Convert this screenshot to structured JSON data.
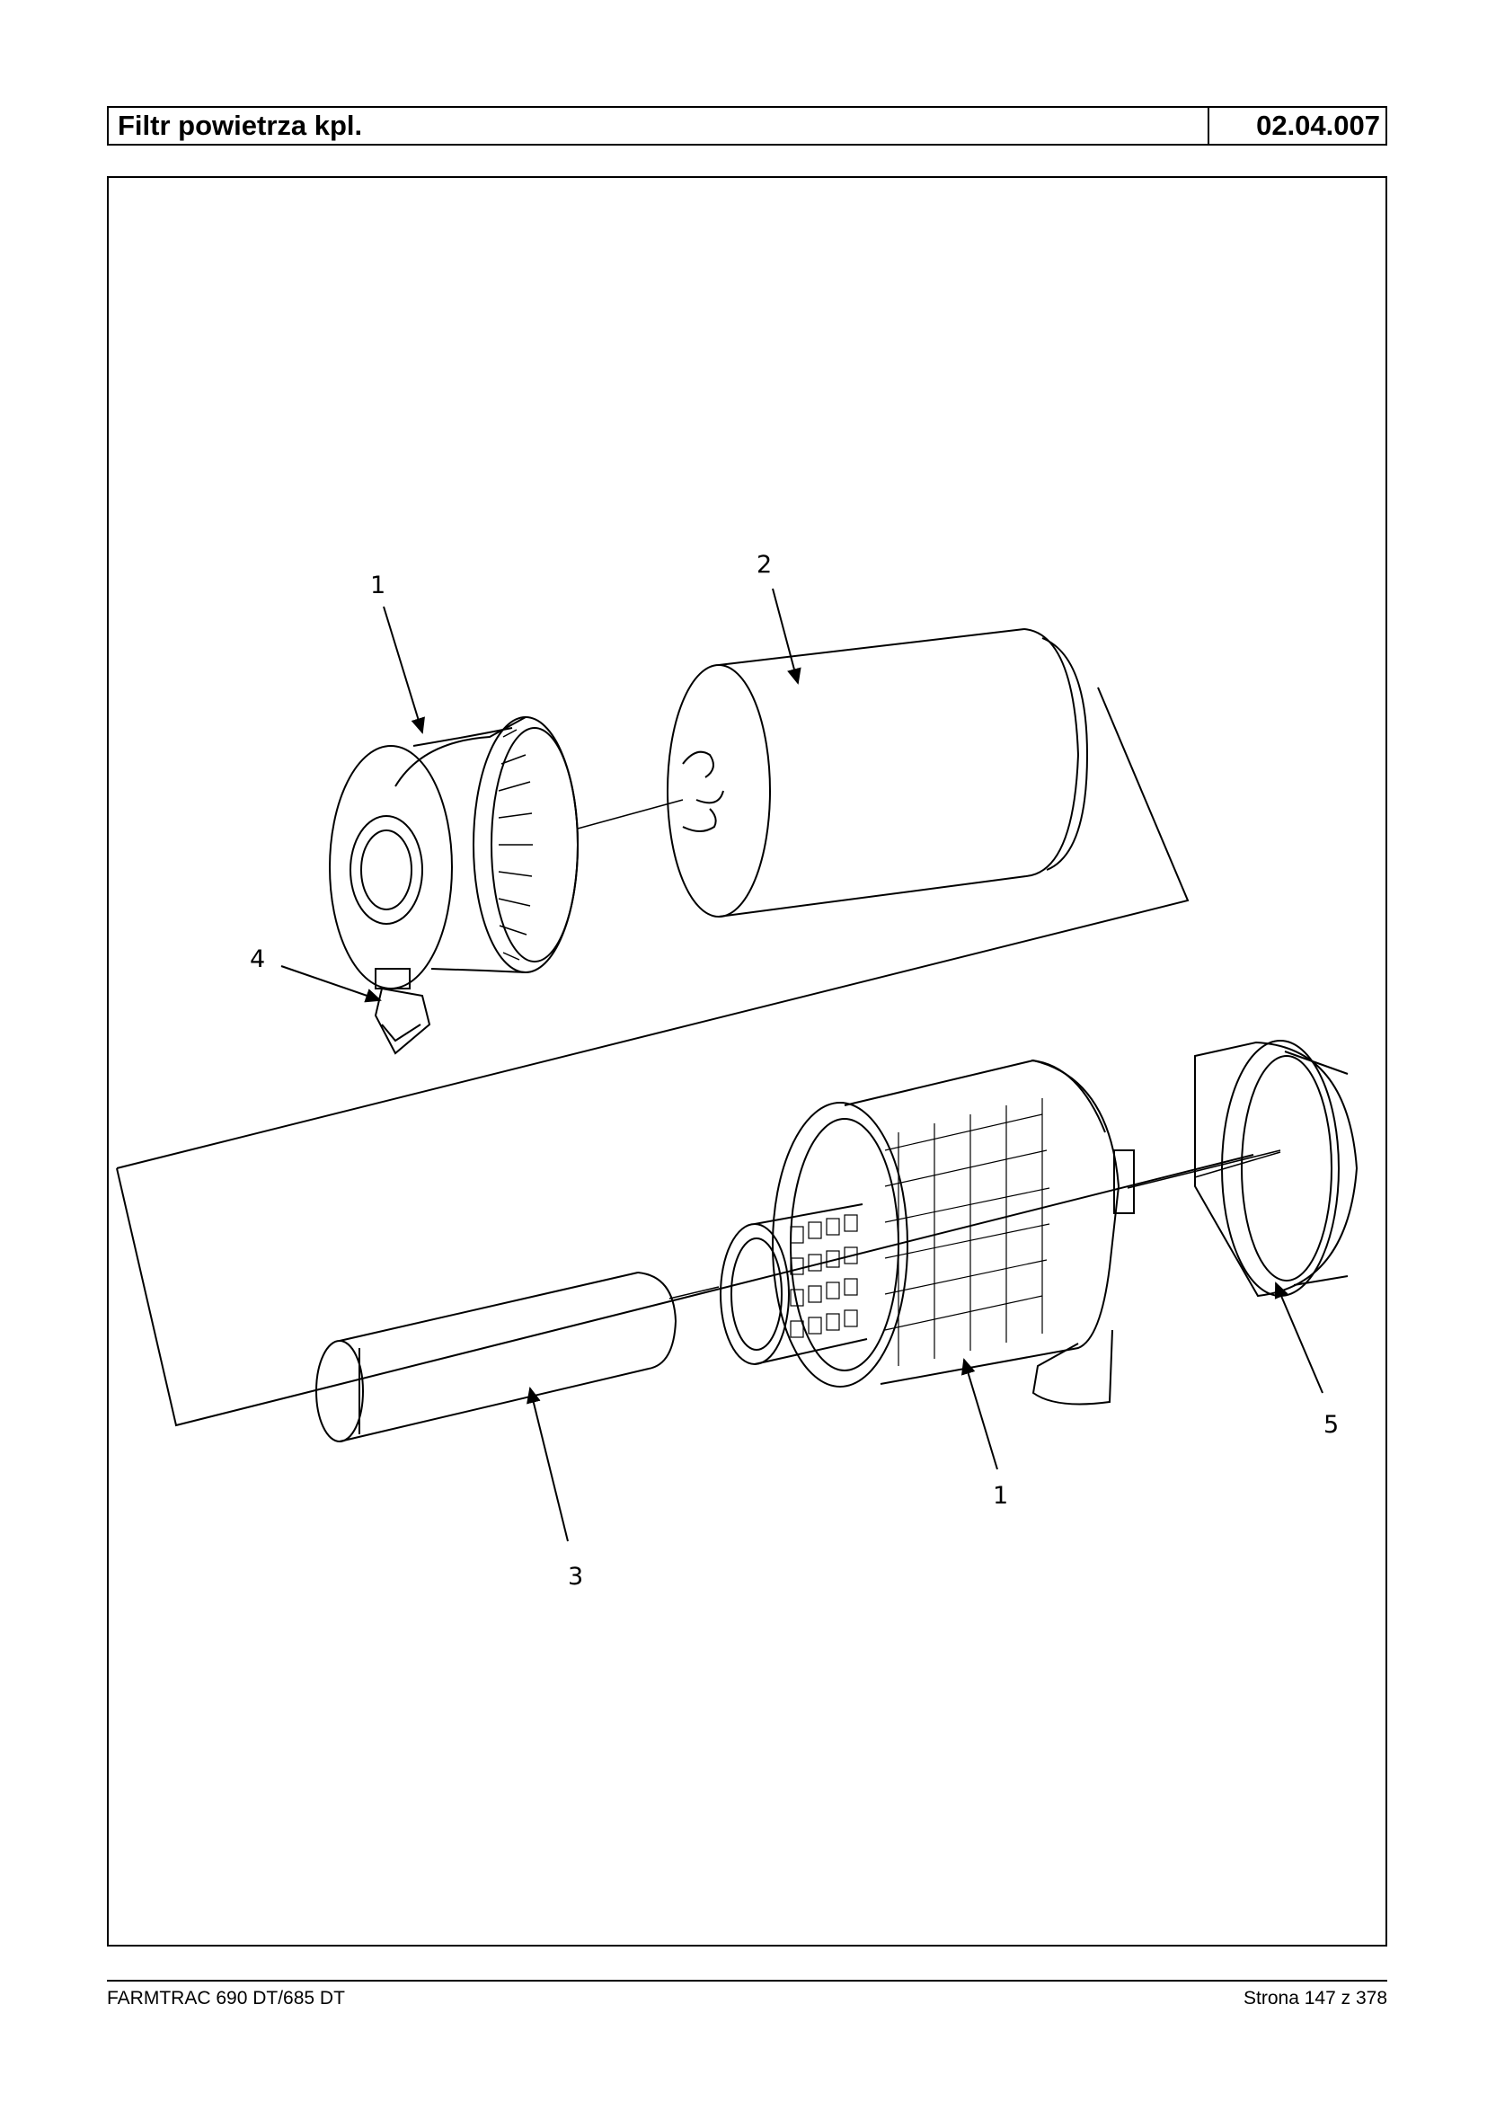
{
  "header": {
    "title": "Filtr powietrza kpl.",
    "code": "02.04.007"
  },
  "callouts": {
    "c1_top": "1",
    "c2": "2",
    "c3": "3",
    "c4": "4",
    "c1_bottom": "1",
    "c5": "5"
  },
  "footer": {
    "model": "FARMTRAC 690 DT/685 DT",
    "page": "Strona 147 z 378"
  }
}
